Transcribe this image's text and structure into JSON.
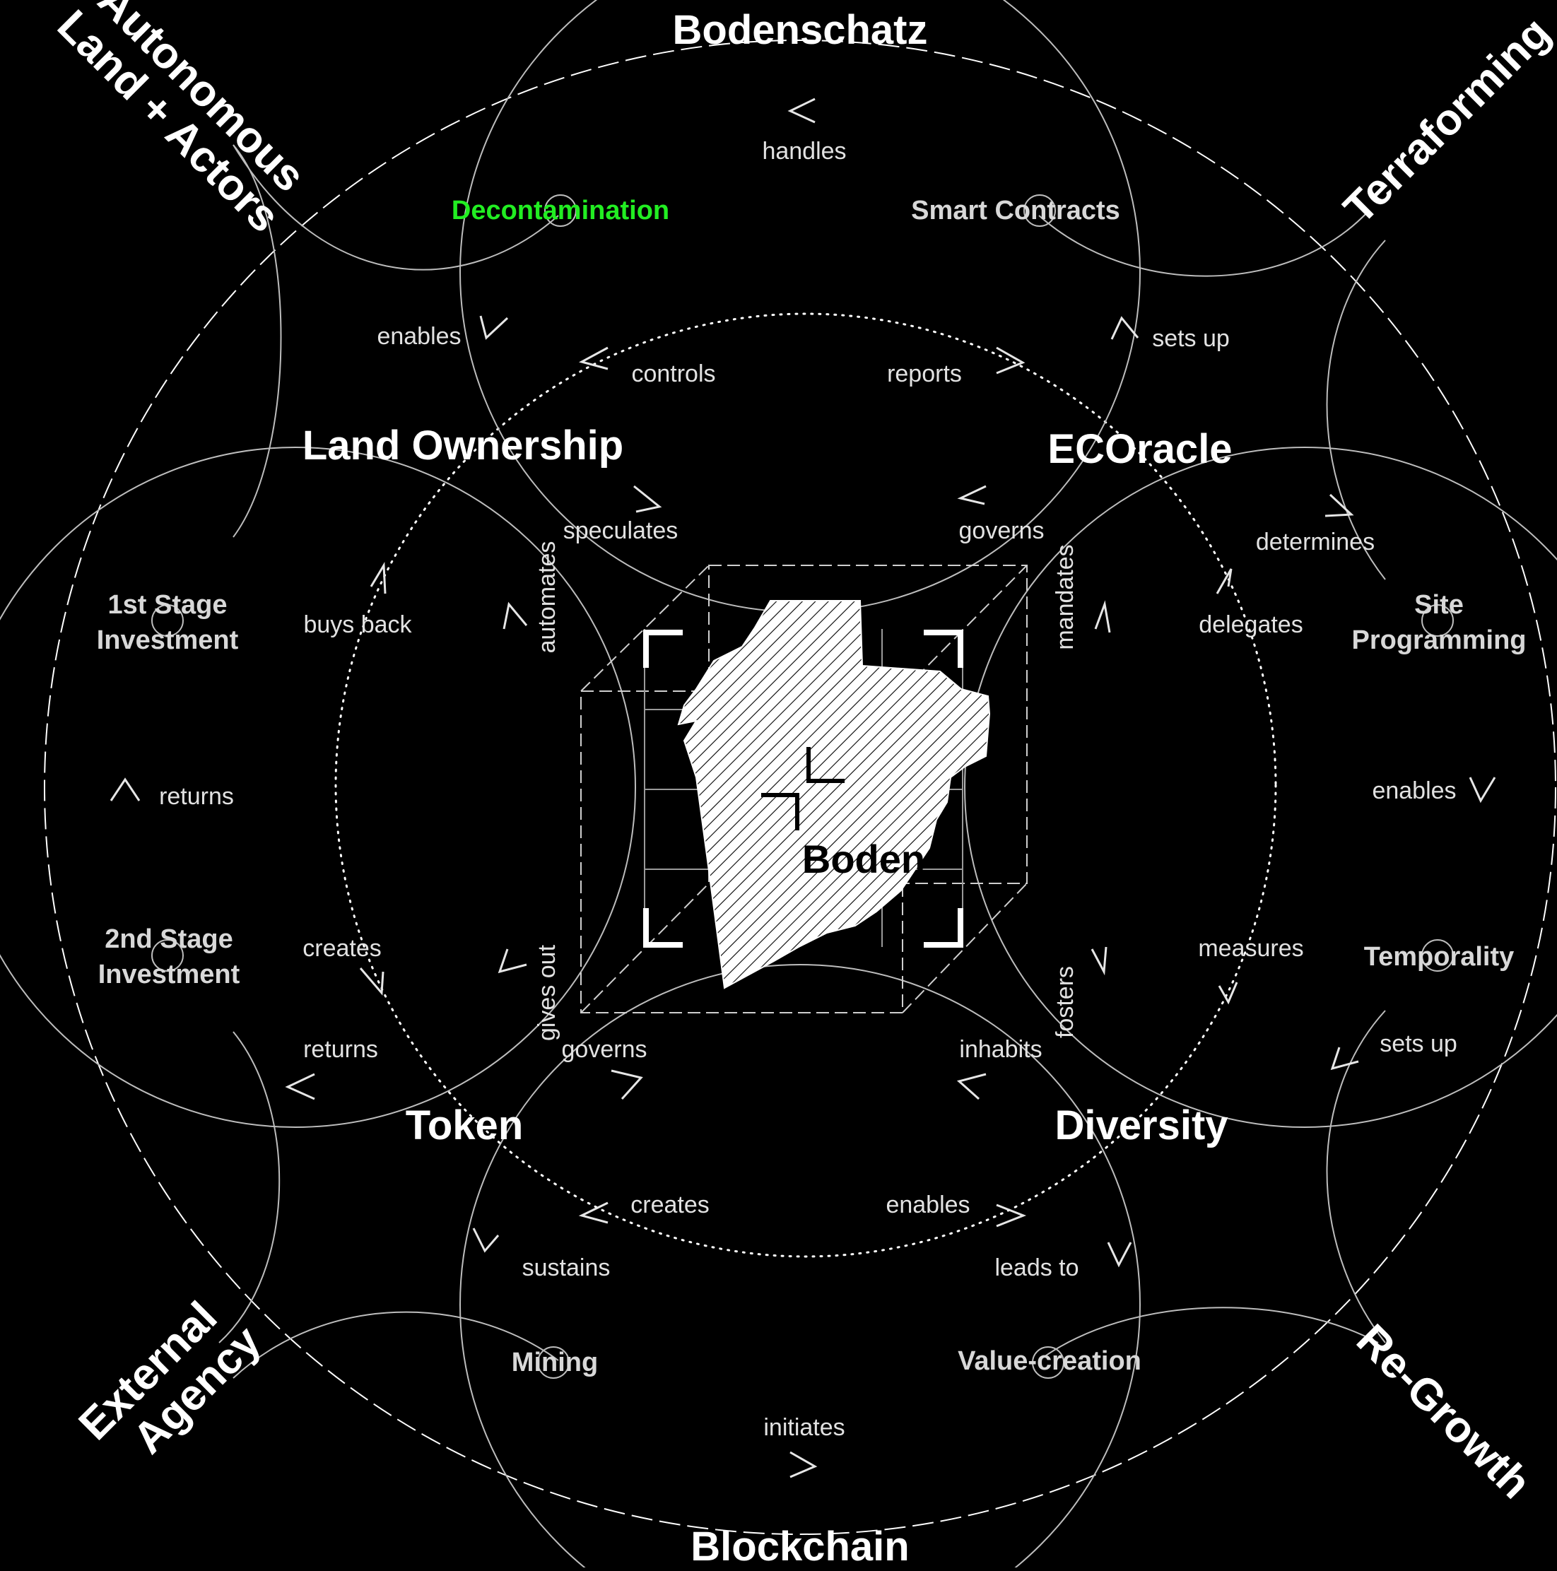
{
  "colors": {
    "background": "#000000",
    "text": "#ffffff",
    "accent": "#22ee22"
  },
  "outer": {
    "top": "Bodenschatz",
    "bottom": "Blockchain",
    "top_left_line1": "Autonomous",
    "top_left_line2": "Land + Actors",
    "top_right": "Terraforming",
    "bottom_left_line1": "External",
    "bottom_left_line2": "Agency",
    "bottom_right": "Re-Growth"
  },
  "center": {
    "label": "Boden"
  },
  "main_nodes": {
    "land_ownership": "Land Ownership",
    "ecoracle": "ECOracle",
    "token": "Token",
    "diversity": "Diversity"
  },
  "minor_nodes": {
    "decontamination": "Decontamination",
    "smart_contracts": "Smart Contracts",
    "first_stage_line1": "1st Stage",
    "first_stage_line2": "Investment",
    "second_stage_line1": "2nd Stage",
    "second_stage_line2": "Investment",
    "site_line1": "Site",
    "site_line2": "Programming",
    "temporality": "Temporality",
    "mining": "Mining",
    "value_creation": "Value-creation"
  },
  "relations": {
    "handles": "handles",
    "enables_top": "enables",
    "sets_up_top": "sets up",
    "controls": "controls",
    "reports": "reports",
    "speculates": "speculates",
    "automates": "automates",
    "governs_top": "governs",
    "mandates": "mandates",
    "determines": "determines",
    "delegates": "delegates",
    "buys_back": "buys back",
    "returns_left": "returns",
    "enables_right": "enables",
    "creates_left": "creates",
    "measures": "measures",
    "returns_bottom": "returns",
    "gives_out": "gives out",
    "governs_bottom": "governs",
    "inhabits": "inhabits",
    "fosters": "fosters",
    "sets_up_right": "sets up",
    "creates_bottom": "creates",
    "enables_bottom": "enables",
    "sustains": "sustains",
    "leads_to": "leads to",
    "initiates": "initiates"
  }
}
